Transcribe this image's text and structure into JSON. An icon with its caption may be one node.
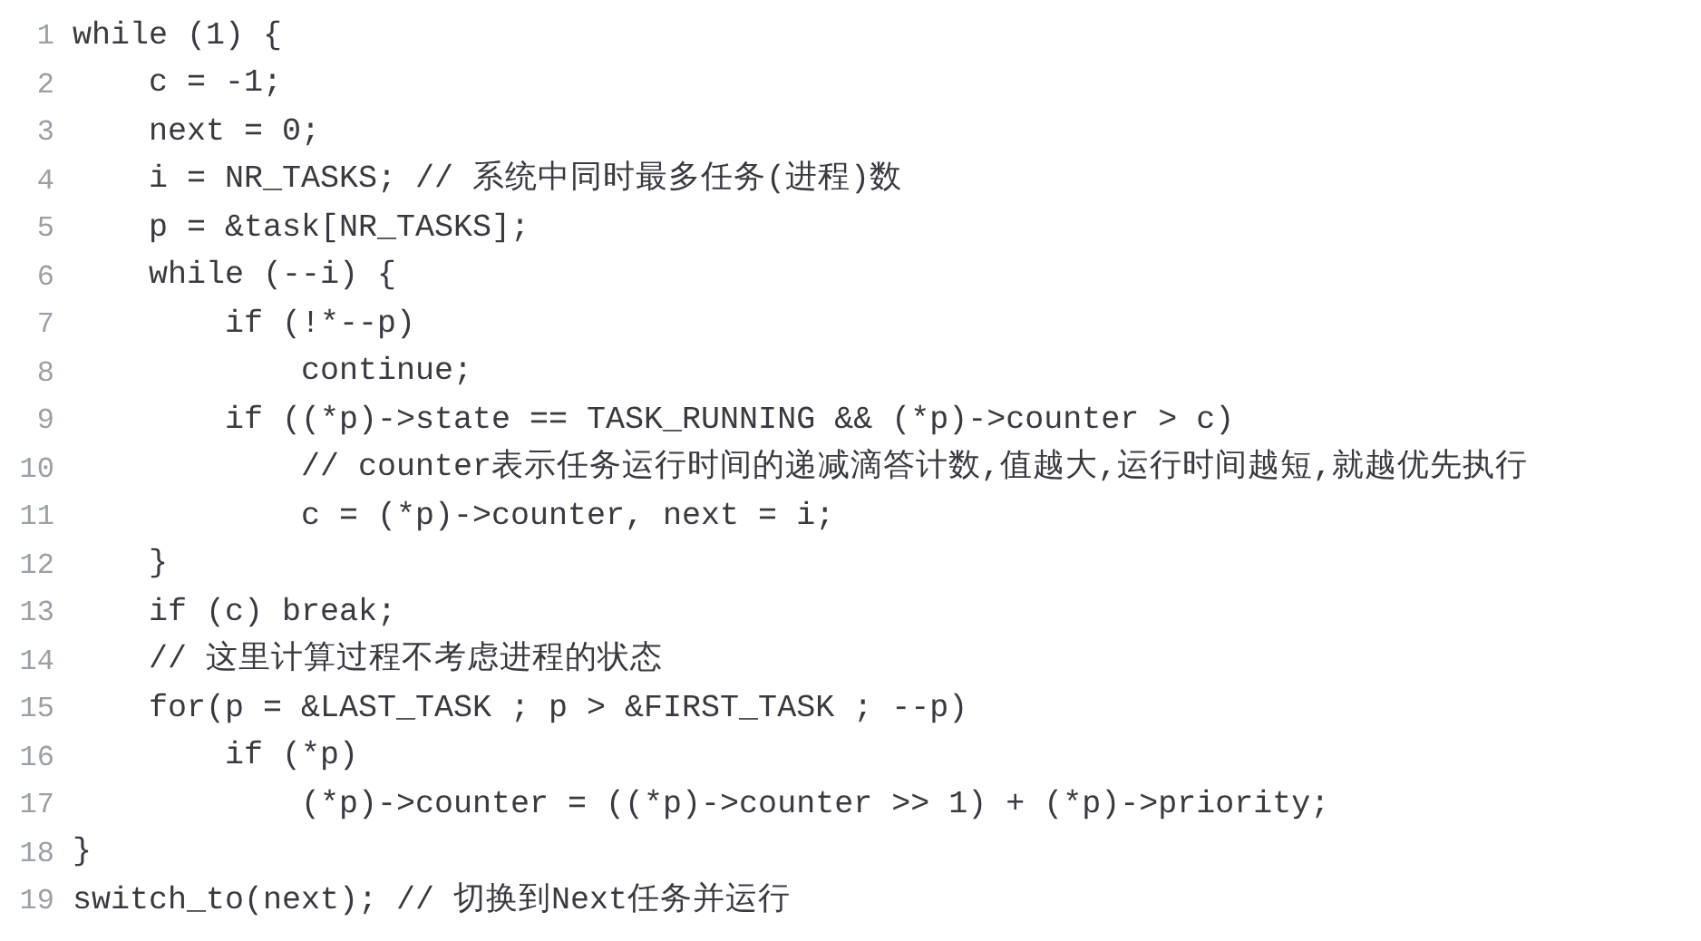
{
  "diagram": {
    "labels": [
      "1",
      "while (1) {",
      "2",
      "    c = -1;",
      "3",
      "    next = 0;",
      "4",
      "    i = NR_TASKS; // 系统中同时最多任务(进程)数",
      "5",
      "    p = &task[NR_TASKS];",
      "6",
      "    while (--i) {",
      "7",
      "        if (!*--p)",
      "8",
      "            continue;",
      "9",
      "        if ((*p)->state == TASK_RUNNING && (*p)->counter > c)",
      "10",
      "            // counter表示任务运行时间的递减滴答计数,值越大,运行时间越短,就越优先执行",
      "11",
      "            c = (*p)->counter, next = i;",
      "12",
      "    }",
      "13",
      "    if (c) break;",
      "14",
      "    // 这里计算过程不考虑进程的状态",
      "15",
      "    for(p = &LAST_TASK ; p > &FIRST_TASK ; --p)",
      "16",
      "        if (*p)",
      "17",
      "            (*p)->counter = ((*p)->counter >> 1) + (*p)->priority;",
      "18",
      "}",
      "19",
      "switch_to(next); // 切换到Next任务并运行"
    ]
  }
}
